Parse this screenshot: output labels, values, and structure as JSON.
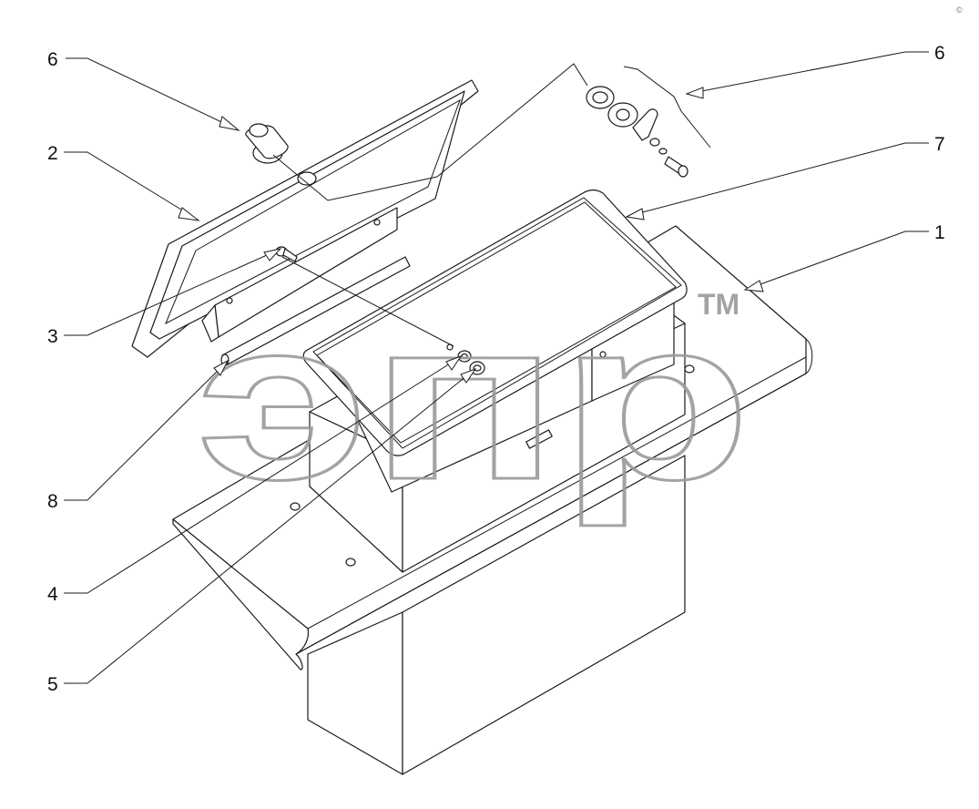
{
  "diagram": {
    "callouts": [
      {
        "id": "c6a",
        "label": "6"
      },
      {
        "id": "c2",
        "label": "2"
      },
      {
        "id": "c3",
        "label": "3"
      },
      {
        "id": "c8",
        "label": "8"
      },
      {
        "id": "c4",
        "label": "4"
      },
      {
        "id": "c5",
        "label": "5"
      },
      {
        "id": "c6b",
        "label": "6"
      },
      {
        "id": "c7",
        "label": "7"
      },
      {
        "id": "c1",
        "label": "1"
      }
    ],
    "watermark": {
      "text": "эпр",
      "trademark": "TM"
    },
    "corner_mark": "©"
  }
}
